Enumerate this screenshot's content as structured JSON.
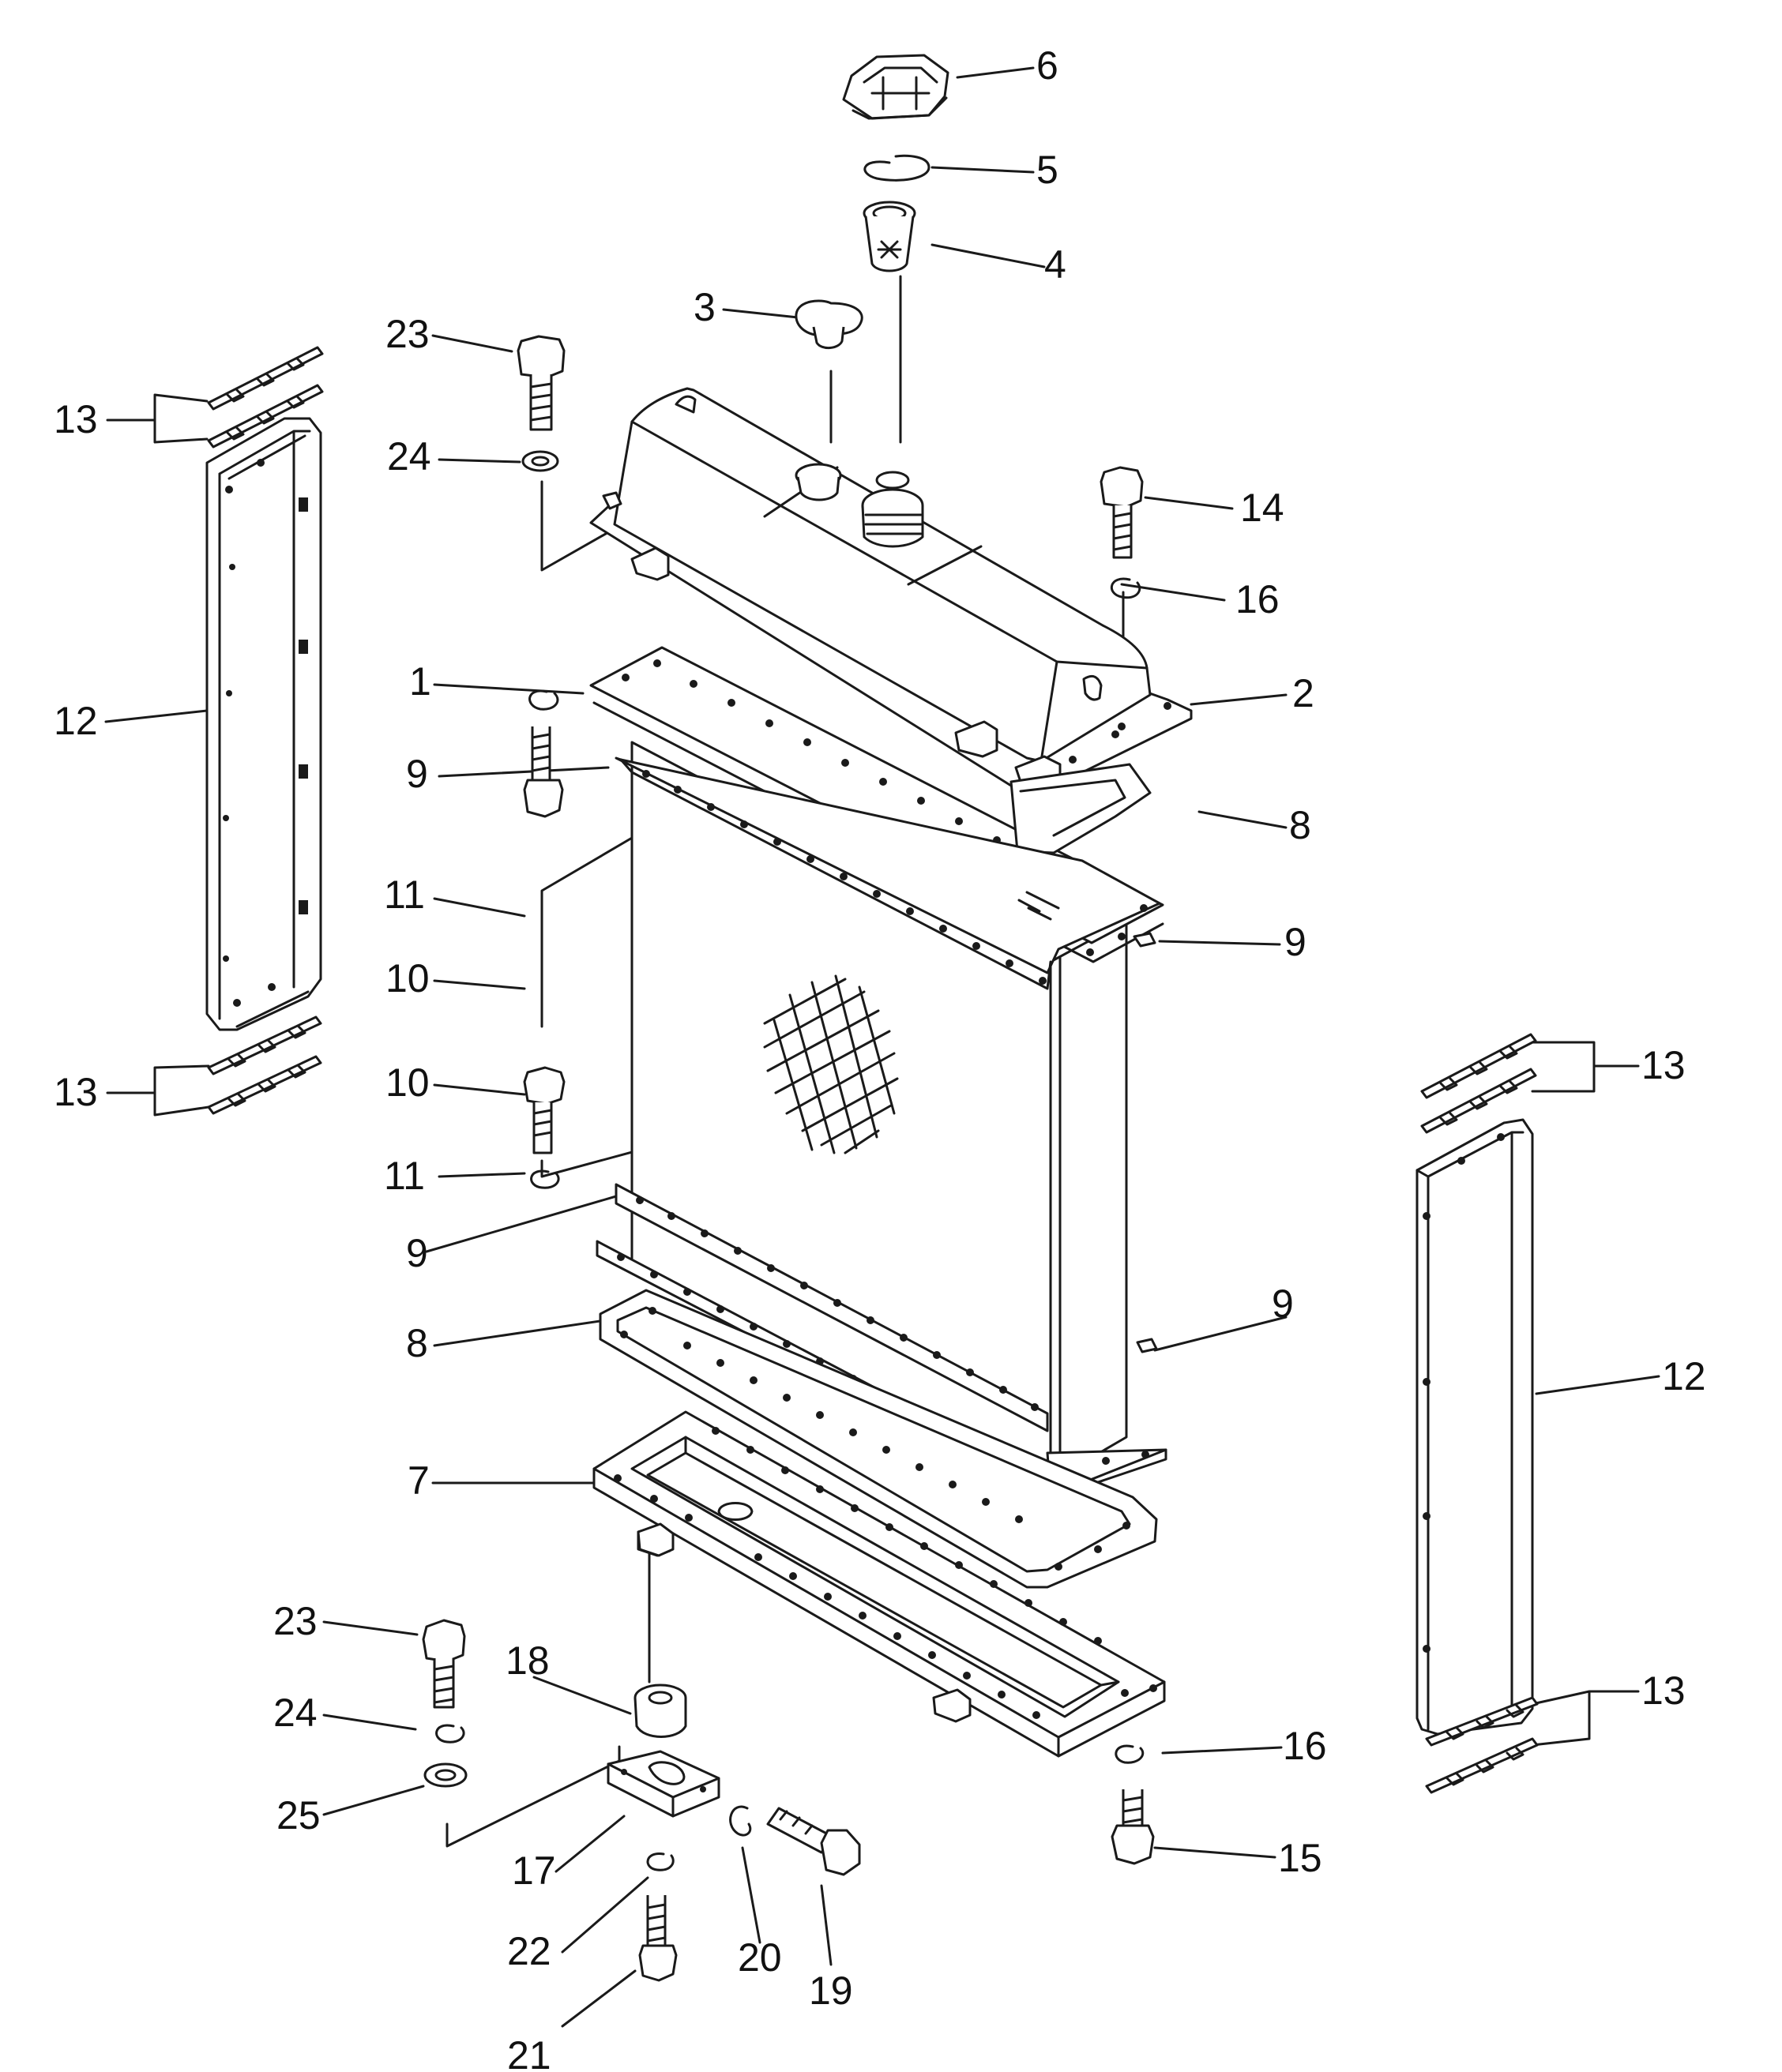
{
  "diagram": {
    "ink_color": "#1a1a1a",
    "background": "#ffffff",
    "callouts": [
      {
        "id": "c6",
        "text": "6"
      },
      {
        "id": "c5",
        "text": "5"
      },
      {
        "id": "c4",
        "text": "4"
      },
      {
        "id": "c3",
        "text": "3"
      },
      {
        "id": "c23a",
        "text": "23"
      },
      {
        "id": "c13a",
        "text": "13"
      },
      {
        "id": "c24a",
        "text": "24"
      },
      {
        "id": "c14",
        "text": "14"
      },
      {
        "id": "c16a",
        "text": "16"
      },
      {
        "id": "c1",
        "text": "1"
      },
      {
        "id": "c2",
        "text": "2"
      },
      {
        "id": "c12a",
        "text": "12"
      },
      {
        "id": "c9a",
        "text": "9"
      },
      {
        "id": "c8a",
        "text": "8"
      },
      {
        "id": "c11a",
        "text": "11"
      },
      {
        "id": "c9b",
        "text": "9"
      },
      {
        "id": "c10a",
        "text": "10"
      },
      {
        "id": "c13b",
        "text": "13"
      },
      {
        "id": "c10b",
        "text": "10"
      },
      {
        "id": "c13c",
        "text": "13"
      },
      {
        "id": "c11b",
        "text": "11"
      },
      {
        "id": "c9c",
        "text": "9"
      },
      {
        "id": "c9d",
        "text": "9"
      },
      {
        "id": "c12b",
        "text": "12"
      },
      {
        "id": "c8b",
        "text": "8"
      },
      {
        "id": "c7",
        "text": "7"
      },
      {
        "id": "c23b",
        "text": "23"
      },
      {
        "id": "c18",
        "text": "18"
      },
      {
        "id": "c13d",
        "text": "13"
      },
      {
        "id": "c24b",
        "text": "24"
      },
      {
        "id": "c16b",
        "text": "16"
      },
      {
        "id": "c25",
        "text": "25"
      },
      {
        "id": "c17",
        "text": "17"
      },
      {
        "id": "c15",
        "text": "15"
      },
      {
        "id": "c22",
        "text": "22"
      },
      {
        "id": "c20",
        "text": "20"
      },
      {
        "id": "c19",
        "text": "19"
      },
      {
        "id": "c21",
        "text": "21"
      }
    ]
  }
}
